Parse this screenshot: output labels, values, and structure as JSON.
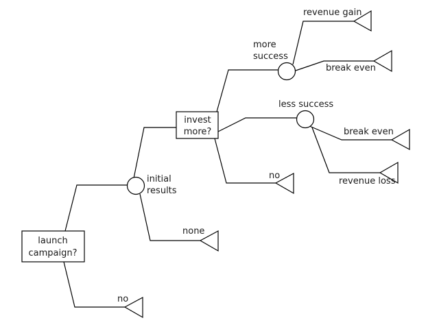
{
  "nodes": {
    "launch": {
      "line1": "launch",
      "line2": "campaign?"
    },
    "invest": {
      "line1": "invest",
      "line2": "more?"
    },
    "initial_results": {
      "line1": "initial",
      "line2": "results"
    },
    "more_success": {
      "line1": "more",
      "line2": "success"
    },
    "less_success": {
      "label": "less success"
    }
  },
  "outcomes": {
    "revenue_gain": "revenue gain",
    "break_even_upper": "break even",
    "break_even_lower": "break even",
    "revenue_loss": "revenue loss",
    "invest_no": "no",
    "none": "none",
    "launch_no": "no"
  }
}
